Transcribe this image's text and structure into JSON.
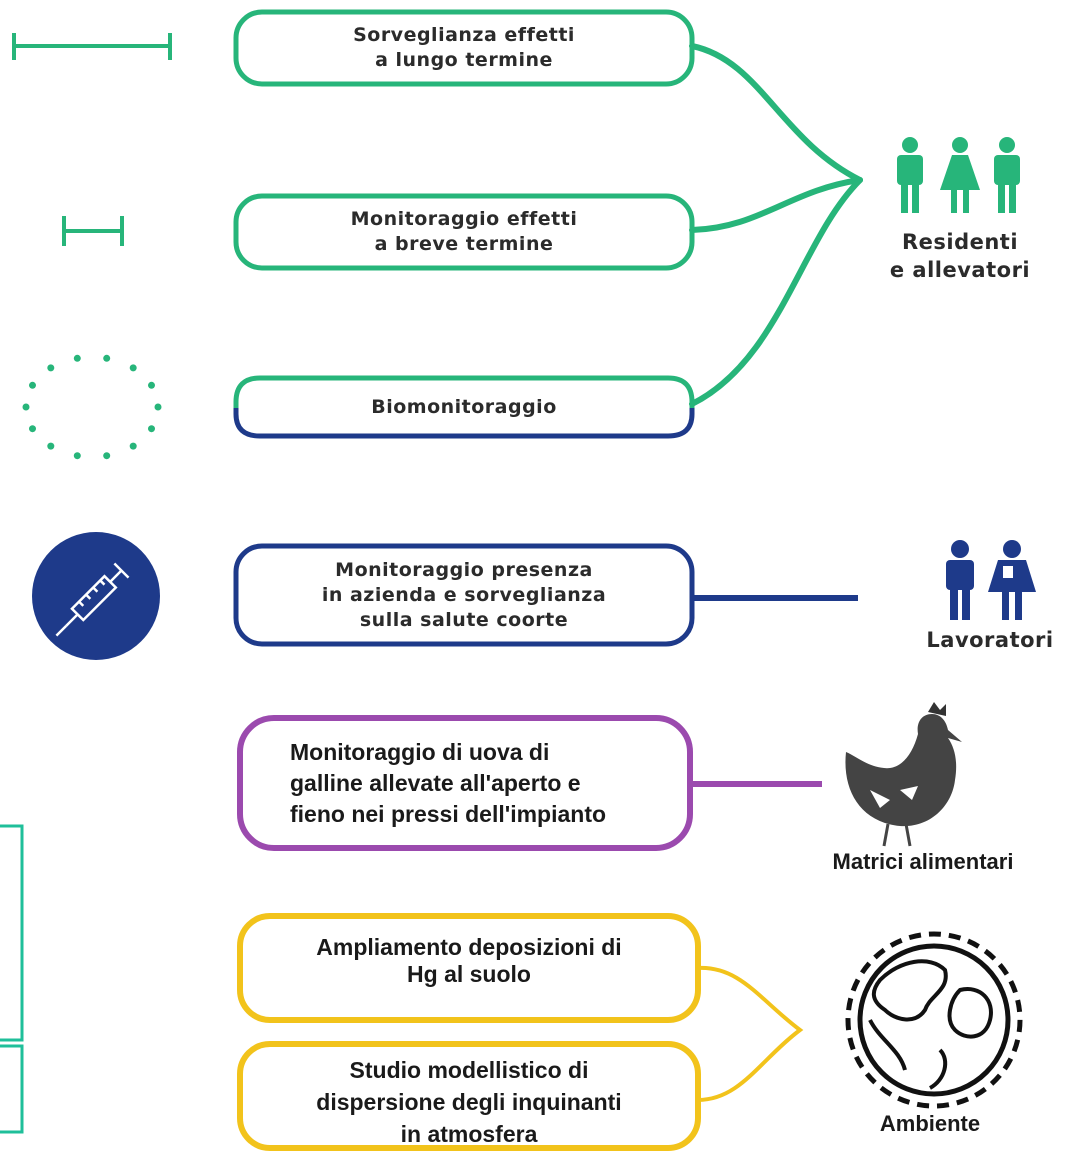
{
  "colors": {
    "green": "#27b57a",
    "navy": "#1e3a8a",
    "purple": "#9b4aae",
    "yellow": "#f2c31b",
    "teal": "#1fbf9a",
    "dark": "#2b2b2b"
  },
  "boxes": [
    {
      "label": "Sorveglianza effetti\na lungo termine"
    },
    {
      "label": "Monitoraggio effetti\na breve termine"
    },
    {
      "label": "Biomonitoraggio"
    },
    {
      "label": "Monitoraggio presenza\nin azienda e sorveglianza\nsulla salute coorte"
    },
    {
      "label": "Monitoraggio di uova di\ngalline allevate all'aperto e\nfieno nei pressi dell'impianto"
    },
    {
      "label": "Ampliamento deposizioni di\nHg al suolo"
    },
    {
      "label": "Studio modellistico di\ndispersione degli inquinanti\nin atmosfera"
    }
  ],
  "groups": [
    {
      "label": "Residenti\ne allevatori",
      "icon": "people-icon"
    },
    {
      "label": "Lavoratori",
      "icon": "workers-icon"
    },
    {
      "label": "Matrici alimentari",
      "icon": "hen-icon"
    },
    {
      "label": "Ambiente",
      "icon": "globe-icon"
    }
  ],
  "left_icons": [
    "long-range-icon",
    "short-range-icon",
    "dotted-circle-icon",
    "syringe-icon"
  ]
}
